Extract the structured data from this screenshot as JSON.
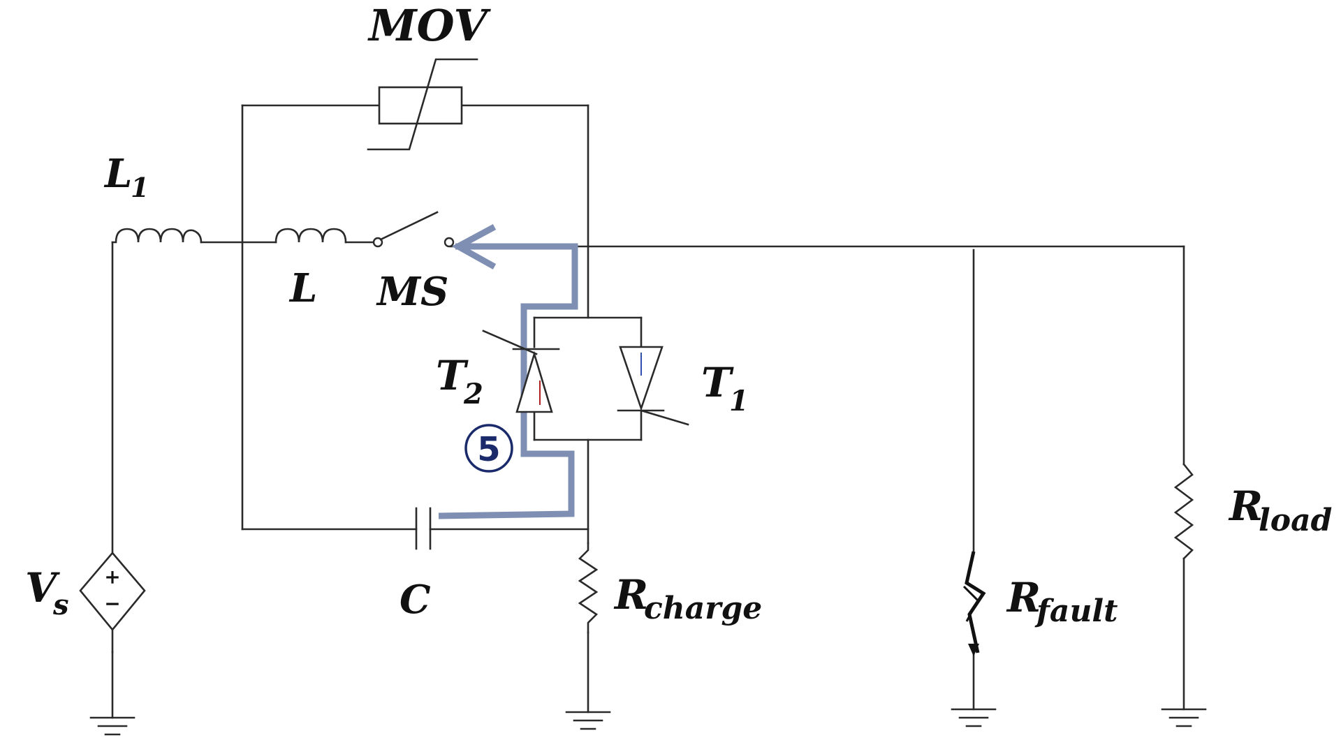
{
  "labels": {
    "mov": "MOV",
    "l1_main": "L",
    "l1_sub": "1",
    "l": "L",
    "ms": "MS",
    "t2_main": "T",
    "t2_sub": "2",
    "t1_main": "T",
    "t1_sub": "1",
    "vs_main": "V",
    "vs_sub": "s",
    "c": "C",
    "rcharge_main": "R",
    "rcharge_sub": "charge",
    "rfault_main": "R",
    "rfault_sub": "fault",
    "rload_main": "R",
    "rload_sub": "load",
    "path_number": "5",
    "plus": "+",
    "minus": "−"
  },
  "colors": {
    "wire": "#2a2a2a",
    "current_path": "#7f8fb4",
    "marker": "#1a2a6a",
    "thyristor_mark": "#b02020"
  },
  "icons": {
    "ground": "ground-icon",
    "source": "dependent-voltage-source-icon",
    "varistor": "varistor-icon",
    "thyristor": "thyristor-icon",
    "inductor": "inductor-icon",
    "capacitor": "capacitor-icon",
    "resistor": "resistor-icon",
    "switch": "switch-icon"
  }
}
